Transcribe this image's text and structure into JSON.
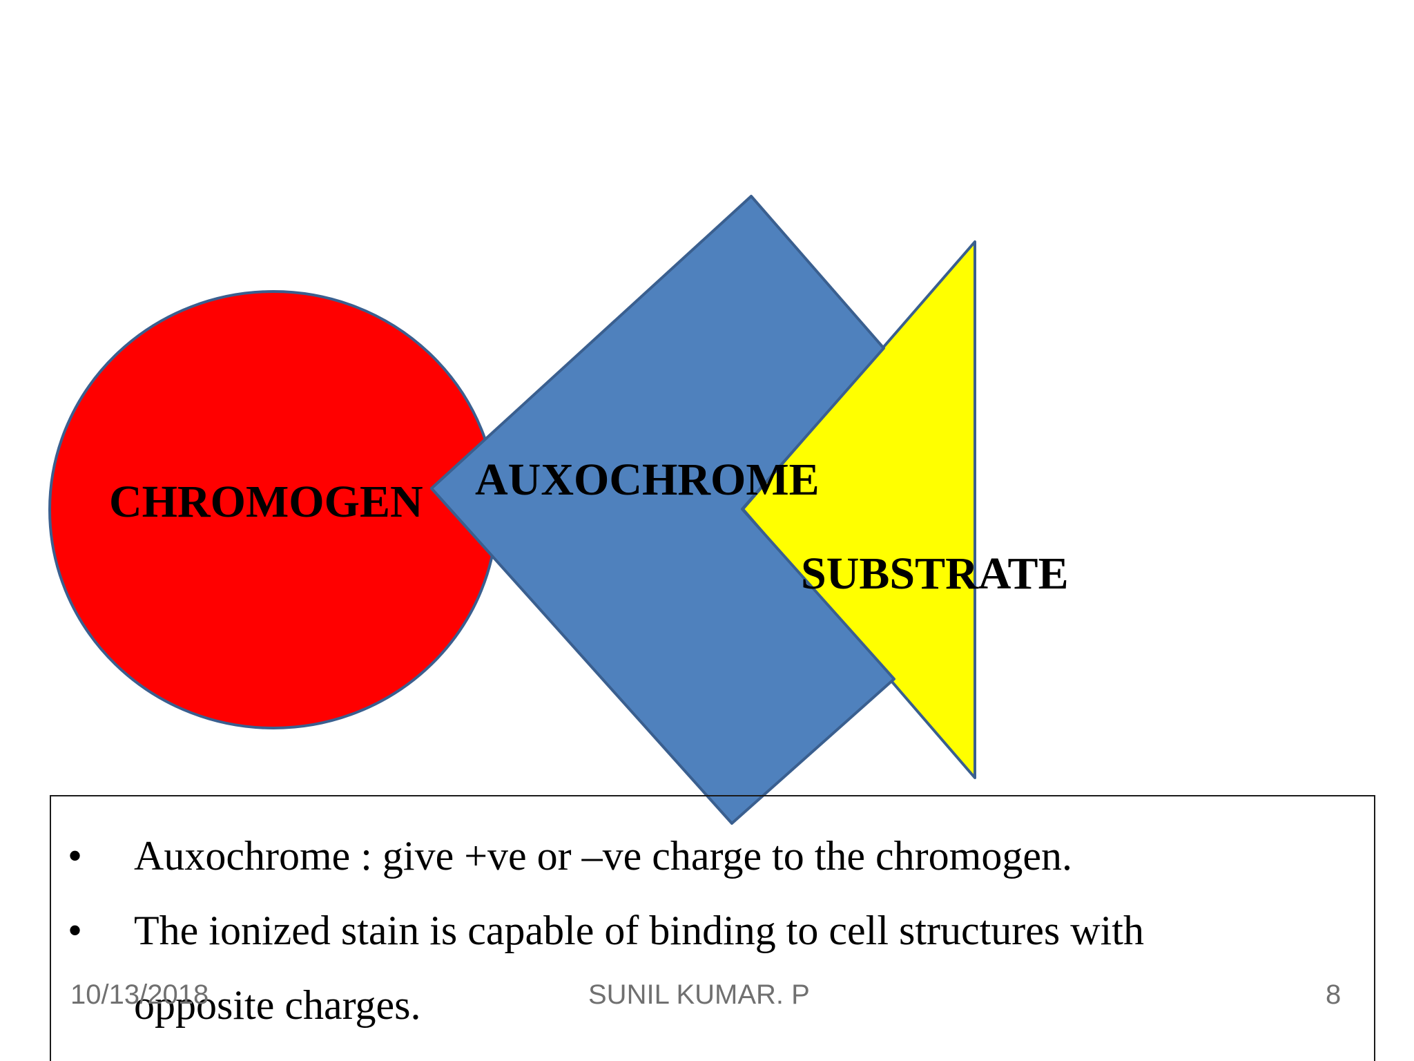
{
  "diagram": {
    "chromogen_label": "CHROMOGEN",
    "auxochrome_label": "AUXOCHROME",
    "substrate_label": "SUBSTRATE",
    "colors": {
      "chromogen_fill": "#ff0000",
      "auxochrome_fill": "#4f81bd",
      "substrate_fill": "#ffff00",
      "outline": "#3a5f8f"
    }
  },
  "bullets": [
    {
      "text": "Auxochrome : give +ve or –ve charge to the chromogen."
    },
    {
      "text": "The ionized stain is  capable  of binding to cell structures with"
    },
    {
      "text": "opposite charges."
    }
  ],
  "bullet_symbol": "•",
  "footer": {
    "date": "10/13/2018",
    "author": "SUNIL KUMAR. P",
    "page_number": "8"
  }
}
